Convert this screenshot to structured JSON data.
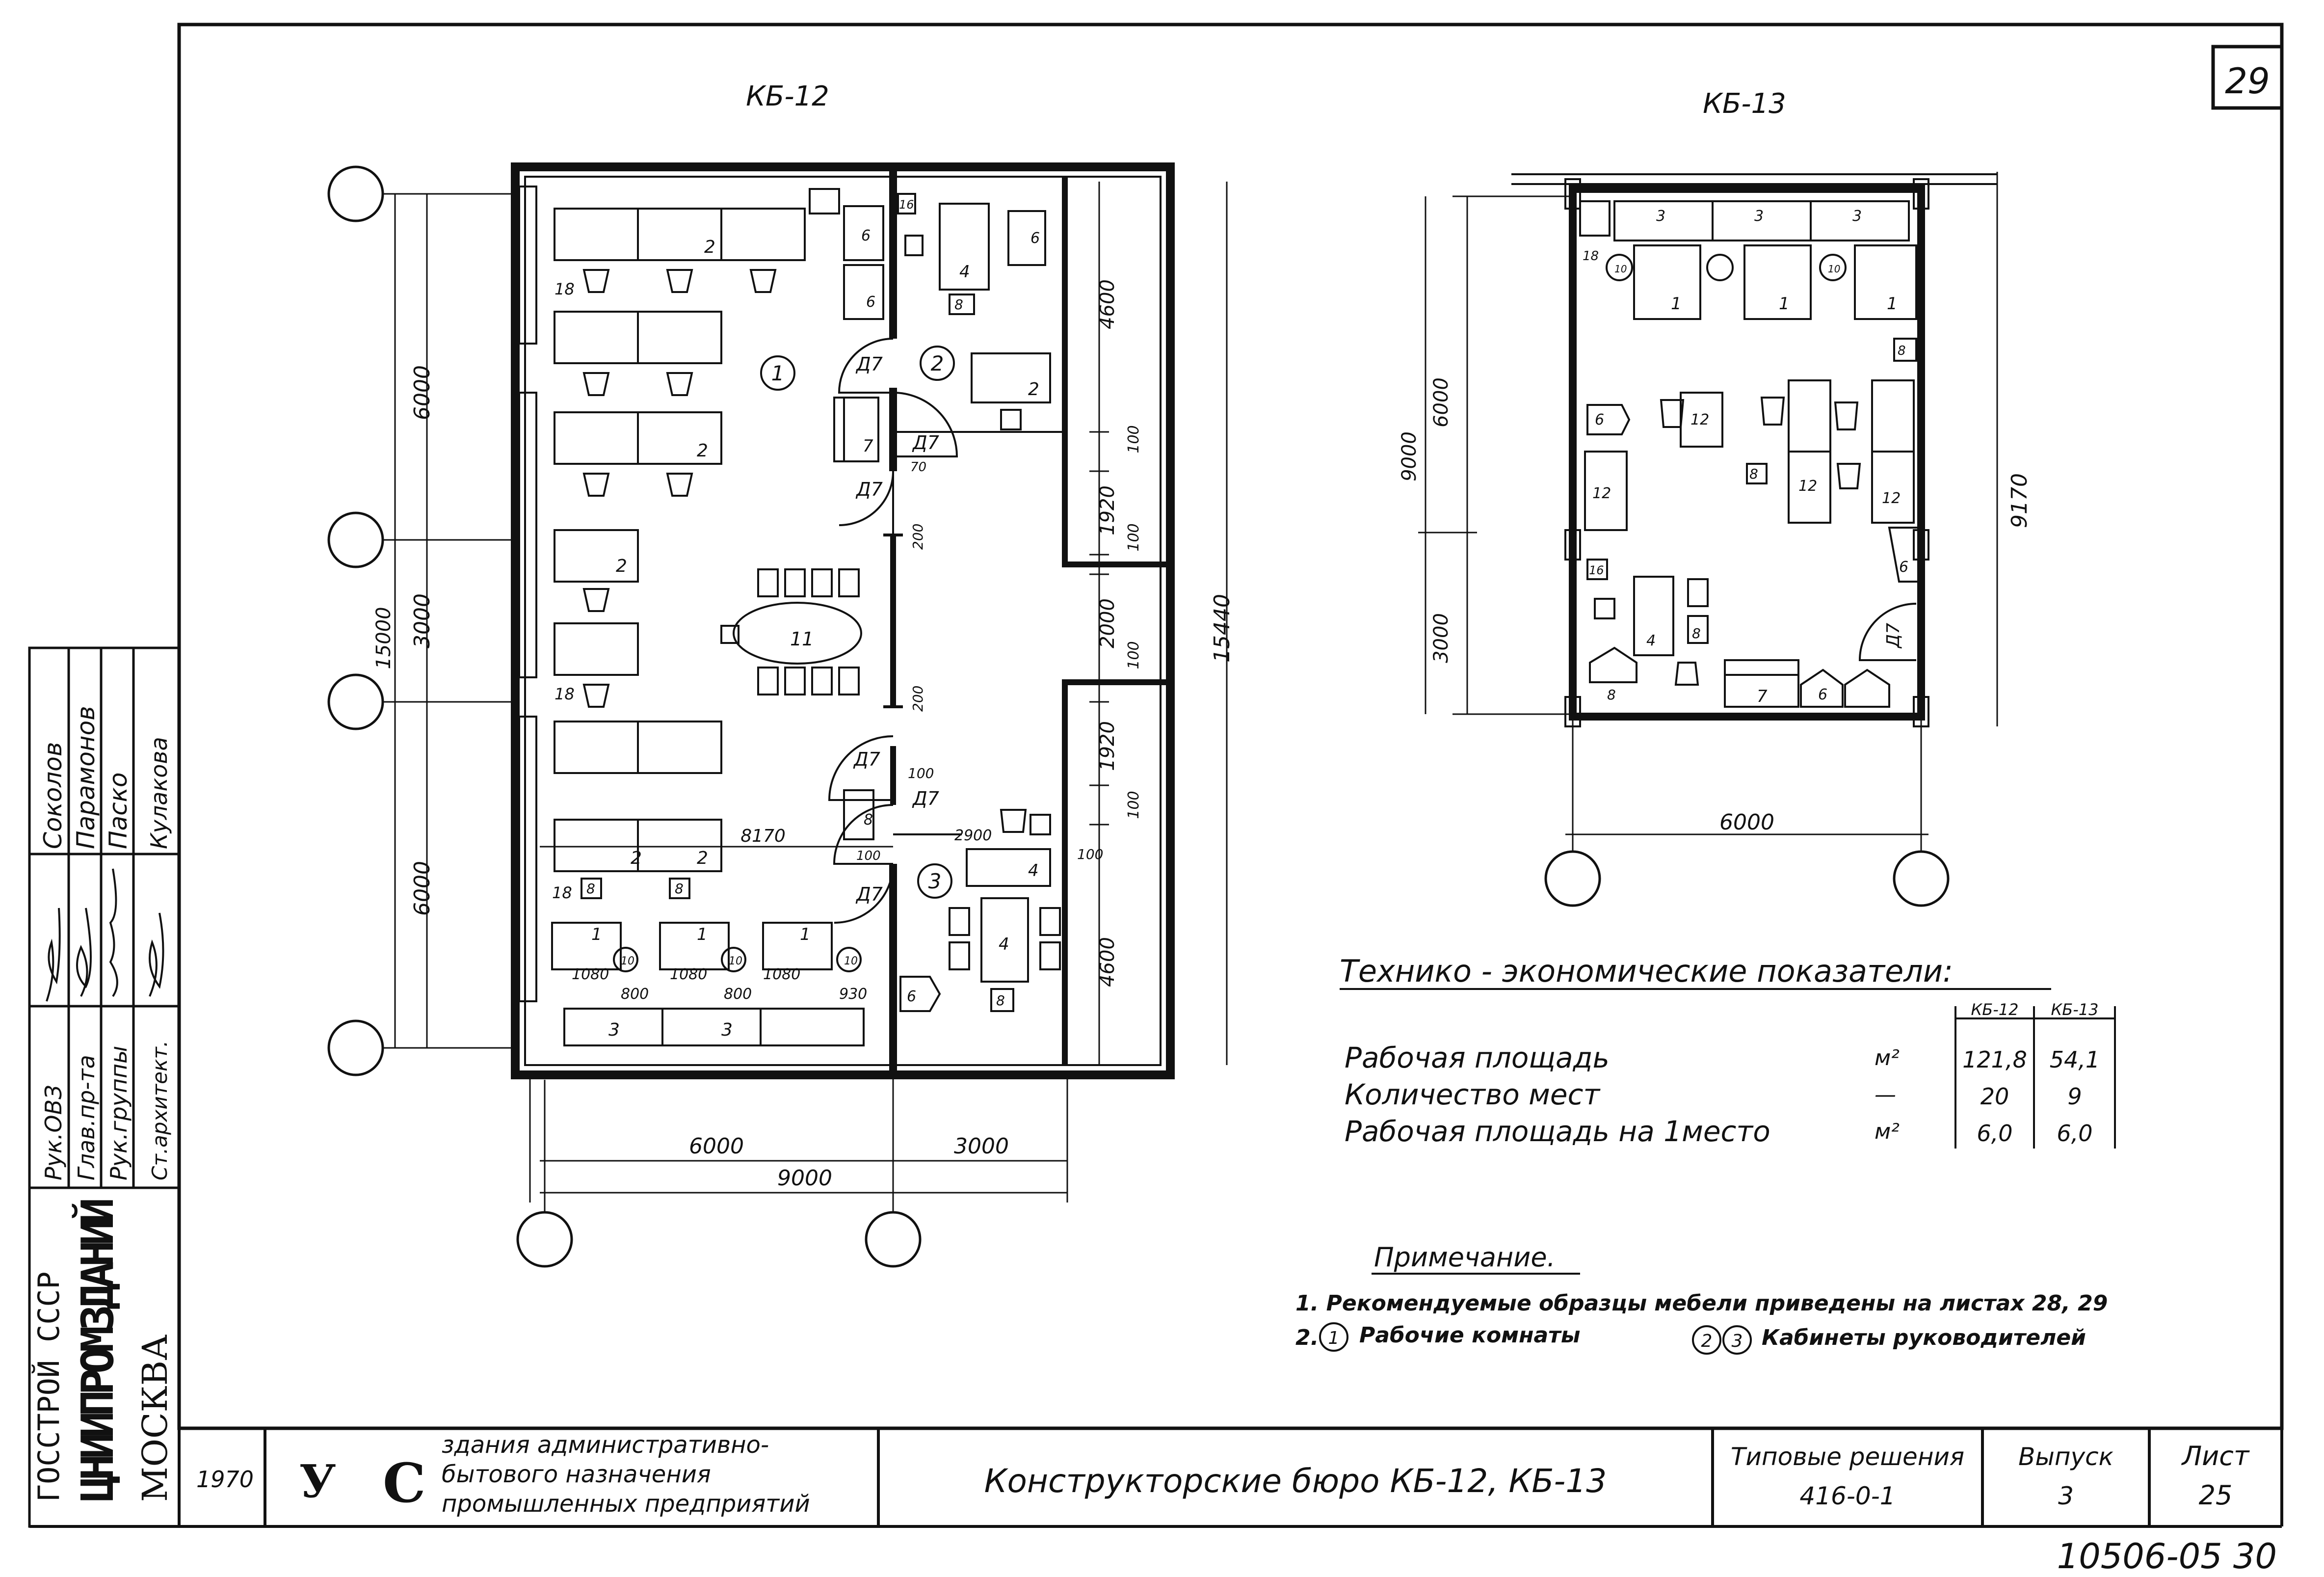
{
  "sheet_number": "29",
  "plan_left": {
    "title": "КБ-12",
    "dims": {
      "left_total": "15000",
      "left_top": "6000",
      "left_mid": "3000",
      "left_bottom": "6000",
      "right_total": "15440",
      "right_a": "4600",
      "right_b": "100",
      "right_c": "1920",
      "right_d": "100",
      "right_e": "2000",
      "right_f": "100",
      "right_g": "1920",
      "right_h": "100",
      "right_i": "4600",
      "bottom_a": "6000",
      "bottom_b": "3000",
      "bottom_total": "9000",
      "inner_width": "8170",
      "inner_2900": "2900",
      "inner_100a": "100",
      "inner_100b": "100",
      "inner_100c": "100",
      "inner_70": "70",
      "inner_200a": "200",
      "inner_200b": "200",
      "w1": "1080",
      "w2": "1080",
      "w3": "1080",
      "g1": "800",
      "g2": "800",
      "g3": "930"
    },
    "rooms": [
      "1",
      "2",
      "3"
    ],
    "doors": [
      "Д7",
      "Д7",
      "Д7",
      "Д7",
      "Д7",
      "Д7"
    ],
    "labels": {
      "desk": "2",
      "table": "1",
      "cabinet": "3",
      "chair_desk": "4",
      "sofa": "6",
      "armchair": "7",
      "chair": "8",
      "conf_table": "11",
      "safe": "16",
      "radiator": "18",
      "stool": "10"
    }
  },
  "plan_right": {
    "title": "КБ-13",
    "dims": {
      "left_total": "9000",
      "left_top": "6000",
      "left_bottom": "3000",
      "right_total": "9170",
      "bottom": "6000"
    },
    "door": "Д7",
    "labels": {
      "cabinet": "3",
      "table": "1",
      "desk": "12",
      "chair_desk": "4",
      "sofa": "6",
      "armchair": "7",
      "chair": "8",
      "stool": "10",
      "safe": "16",
      "radiator": "18"
    }
  },
  "indicators": {
    "title": "Технико - экономические показатели:",
    "col_kb12": "КБ-12",
    "col_kb13": "КБ-13",
    "rows": [
      {
        "name": "Рабочая площадь",
        "unit": "м²",
        "kb12": "121,8",
        "kb13": "54,1"
      },
      {
        "name": "Количество мест",
        "unit": "—",
        "kb12": "20",
        "kb13": "9"
      },
      {
        "name": "Рабочая площадь на 1место",
        "unit": "м²",
        "kb12": "6,0",
        "kb13": "6,0"
      }
    ]
  },
  "notes": {
    "title": "Примечание.",
    "line1": "1. Рекомендуемые образцы мебели приведены на листах 28, 29",
    "line2_prefix": "2.",
    "mark1": "1",
    "line2_a": "Рабочие комнаты",
    "mark2": "2",
    "mark3": "3",
    "line2_b": "Кабинеты руководителей"
  },
  "stamp": {
    "org1": "ГОССТРОЙ СССР",
    "org2": "ЦНИИПРОМЗДАНИЙ",
    "org3": "МОСКВА",
    "roles": [
      "Рук.ОВЗ",
      "Глав.пр-та",
      "Рук.группы",
      "Ст.архитект."
    ],
    "names": [
      "Соколов",
      "Парамонов",
      "Паско",
      "Кулакова"
    ]
  },
  "title_block": {
    "year": "1970",
    "letter_u": "У",
    "letter_c": "С",
    "category_l1": "здания административно-",
    "category_l2": "бытового назначения",
    "category_l3": "промышленных предприятий",
    "title": "Конструкторские бюро КБ-12, КБ-13",
    "typical_label": "Типовые решения",
    "typical_value": "416-0-1",
    "issue_label": "Выпуск",
    "issue_value": "3",
    "sheet_label": "Лист",
    "sheet_value": "25",
    "inventory": "10506-05 30"
  }
}
